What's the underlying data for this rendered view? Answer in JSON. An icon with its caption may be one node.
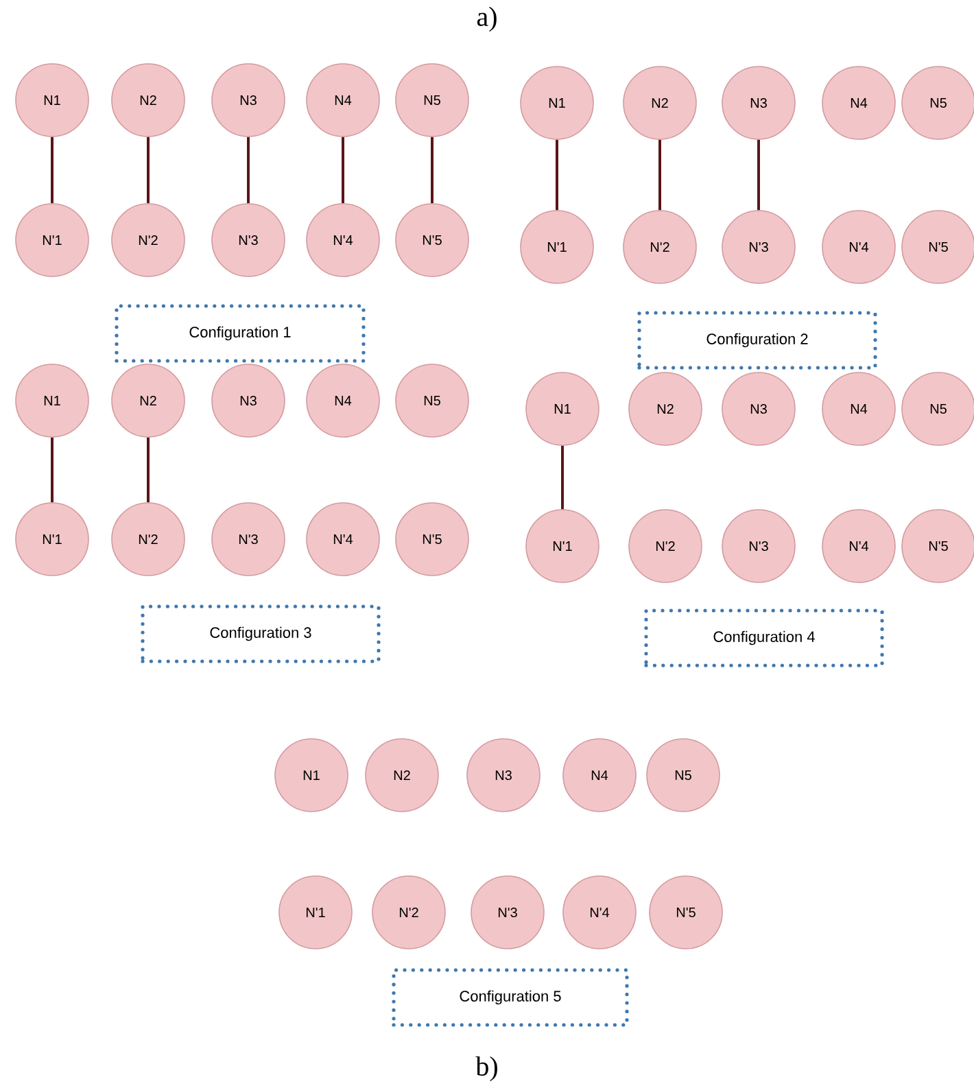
{
  "diagram": {
    "nodes": [
      {
        "text": [
          "N1"
        ]
      },
      {
        "text": [
          "N2"
        ]
      },
      {
        "text": [
          "N3"
        ]
      },
      {
        "text": [
          "N4"
        ]
      },
      {
        "text": [
          "N5"
        ]
      },
      {
        "text": [
          "N'1"
        ]
      },
      {
        "text": [
          "N'2"
        ]
      },
      {
        "text": [
          "N'3"
        ]
      },
      {
        "text": [
          "N'4"
        ]
      },
      {
        "text": [
          "N'5"
        ]
      },
      {
        "text": [
          "Configuration 1"
        ]
      },
      {
        "text": [
          "N1"
        ]
      },
      {
        "text": [
          "N2"
        ]
      },
      {
        "text": [
          "N3"
        ]
      },
      {
        "text": [
          "N4"
        ]
      },
      {
        "text": [
          "N5"
        ]
      },
      {
        "text": [
          "N'1"
        ]
      },
      {
        "text": [
          "N'2"
        ]
      },
      {
        "text": [
          "N'3"
        ]
      },
      {
        "text": [
          "N'4"
        ]
      },
      {
        "text": [
          "N'5"
        ]
      },
      {
        "text": [
          "Configuration 2"
        ]
      },
      {
        "text": [
          "N1"
        ]
      },
      {
        "text": [
          "N2"
        ]
      },
      {
        "text": [
          "N3"
        ]
      },
      {
        "text": [
          "N4"
        ]
      },
      {
        "text": [
          "N5"
        ]
      },
      {
        "text": [
          "N'1"
        ]
      },
      {
        "text": [
          "N'2"
        ]
      },
      {
        "text": [
          "N'3"
        ]
      },
      {
        "text": [
          "N'4"
        ]
      },
      {
        "text": [
          "N'5"
        ]
      },
      {
        "text": [
          "Configuration 3"
        ]
      },
      {
        "text": [
          "N1"
        ]
      },
      {
        "text": [
          "N2"
        ]
      },
      {
        "text": [
          "N3"
        ]
      },
      {
        "text": [
          "N4"
        ]
      },
      {
        "text": [
          "N5"
        ]
      },
      {
        "text": [
          "N'1"
        ]
      },
      {
        "text": [
          "N'2"
        ]
      },
      {
        "text": [
          "N'3"
        ]
      },
      {
        "text": [
          "N'4"
        ]
      },
      {
        "text": [
          "N'5"
        ]
      },
      {
        "text": [
          "Configuration 4"
        ]
      },
      {
        "text": [
          "N1"
        ]
      },
      {
        "text": [
          "N2"
        ]
      },
      {
        "text": [
          "N3"
        ]
      },
      {
        "text": [
          "N4"
        ]
      },
      {
        "text": [
          "N5"
        ]
      },
      {
        "text": [
          "N'1"
        ]
      },
      {
        "text": [
          "N'2"
        ]
      },
      {
        "text": [
          "N'3"
        ]
      },
      {
        "text": [
          "N'4"
        ]
      },
      {
        "text": [
          "N'5"
        ]
      },
      {
        "text": [
          "Configuration 5"
        ]
      }
    ],
    "edges": [
      {
        "from": 0,
        "to": 5,
        "arrow": "none"
      },
      {
        "from": 1,
        "to": 6,
        "arrow": "none"
      },
      {
        "from": 2,
        "to": 7,
        "arrow": "none"
      },
      {
        "from": 3,
        "to": 8,
        "arrow": "none"
      },
      {
        "from": 4,
        "to": 9,
        "arrow": "none"
      },
      {
        "from": 11,
        "to": 16,
        "arrow": "none"
      },
      {
        "from": 12,
        "to": 17,
        "arrow": "none"
      },
      {
        "from": 13,
        "to": 18,
        "arrow": "none"
      },
      {
        "from": 22,
        "to": 27,
        "arrow": "none"
      },
      {
        "from": 23,
        "to": 28,
        "arrow": "none"
      },
      {
        "from": 33,
        "to": 38,
        "arrow": "none"
      }
    ],
    "labels": [
      "a)",
      "b)"
    ]
  }
}
